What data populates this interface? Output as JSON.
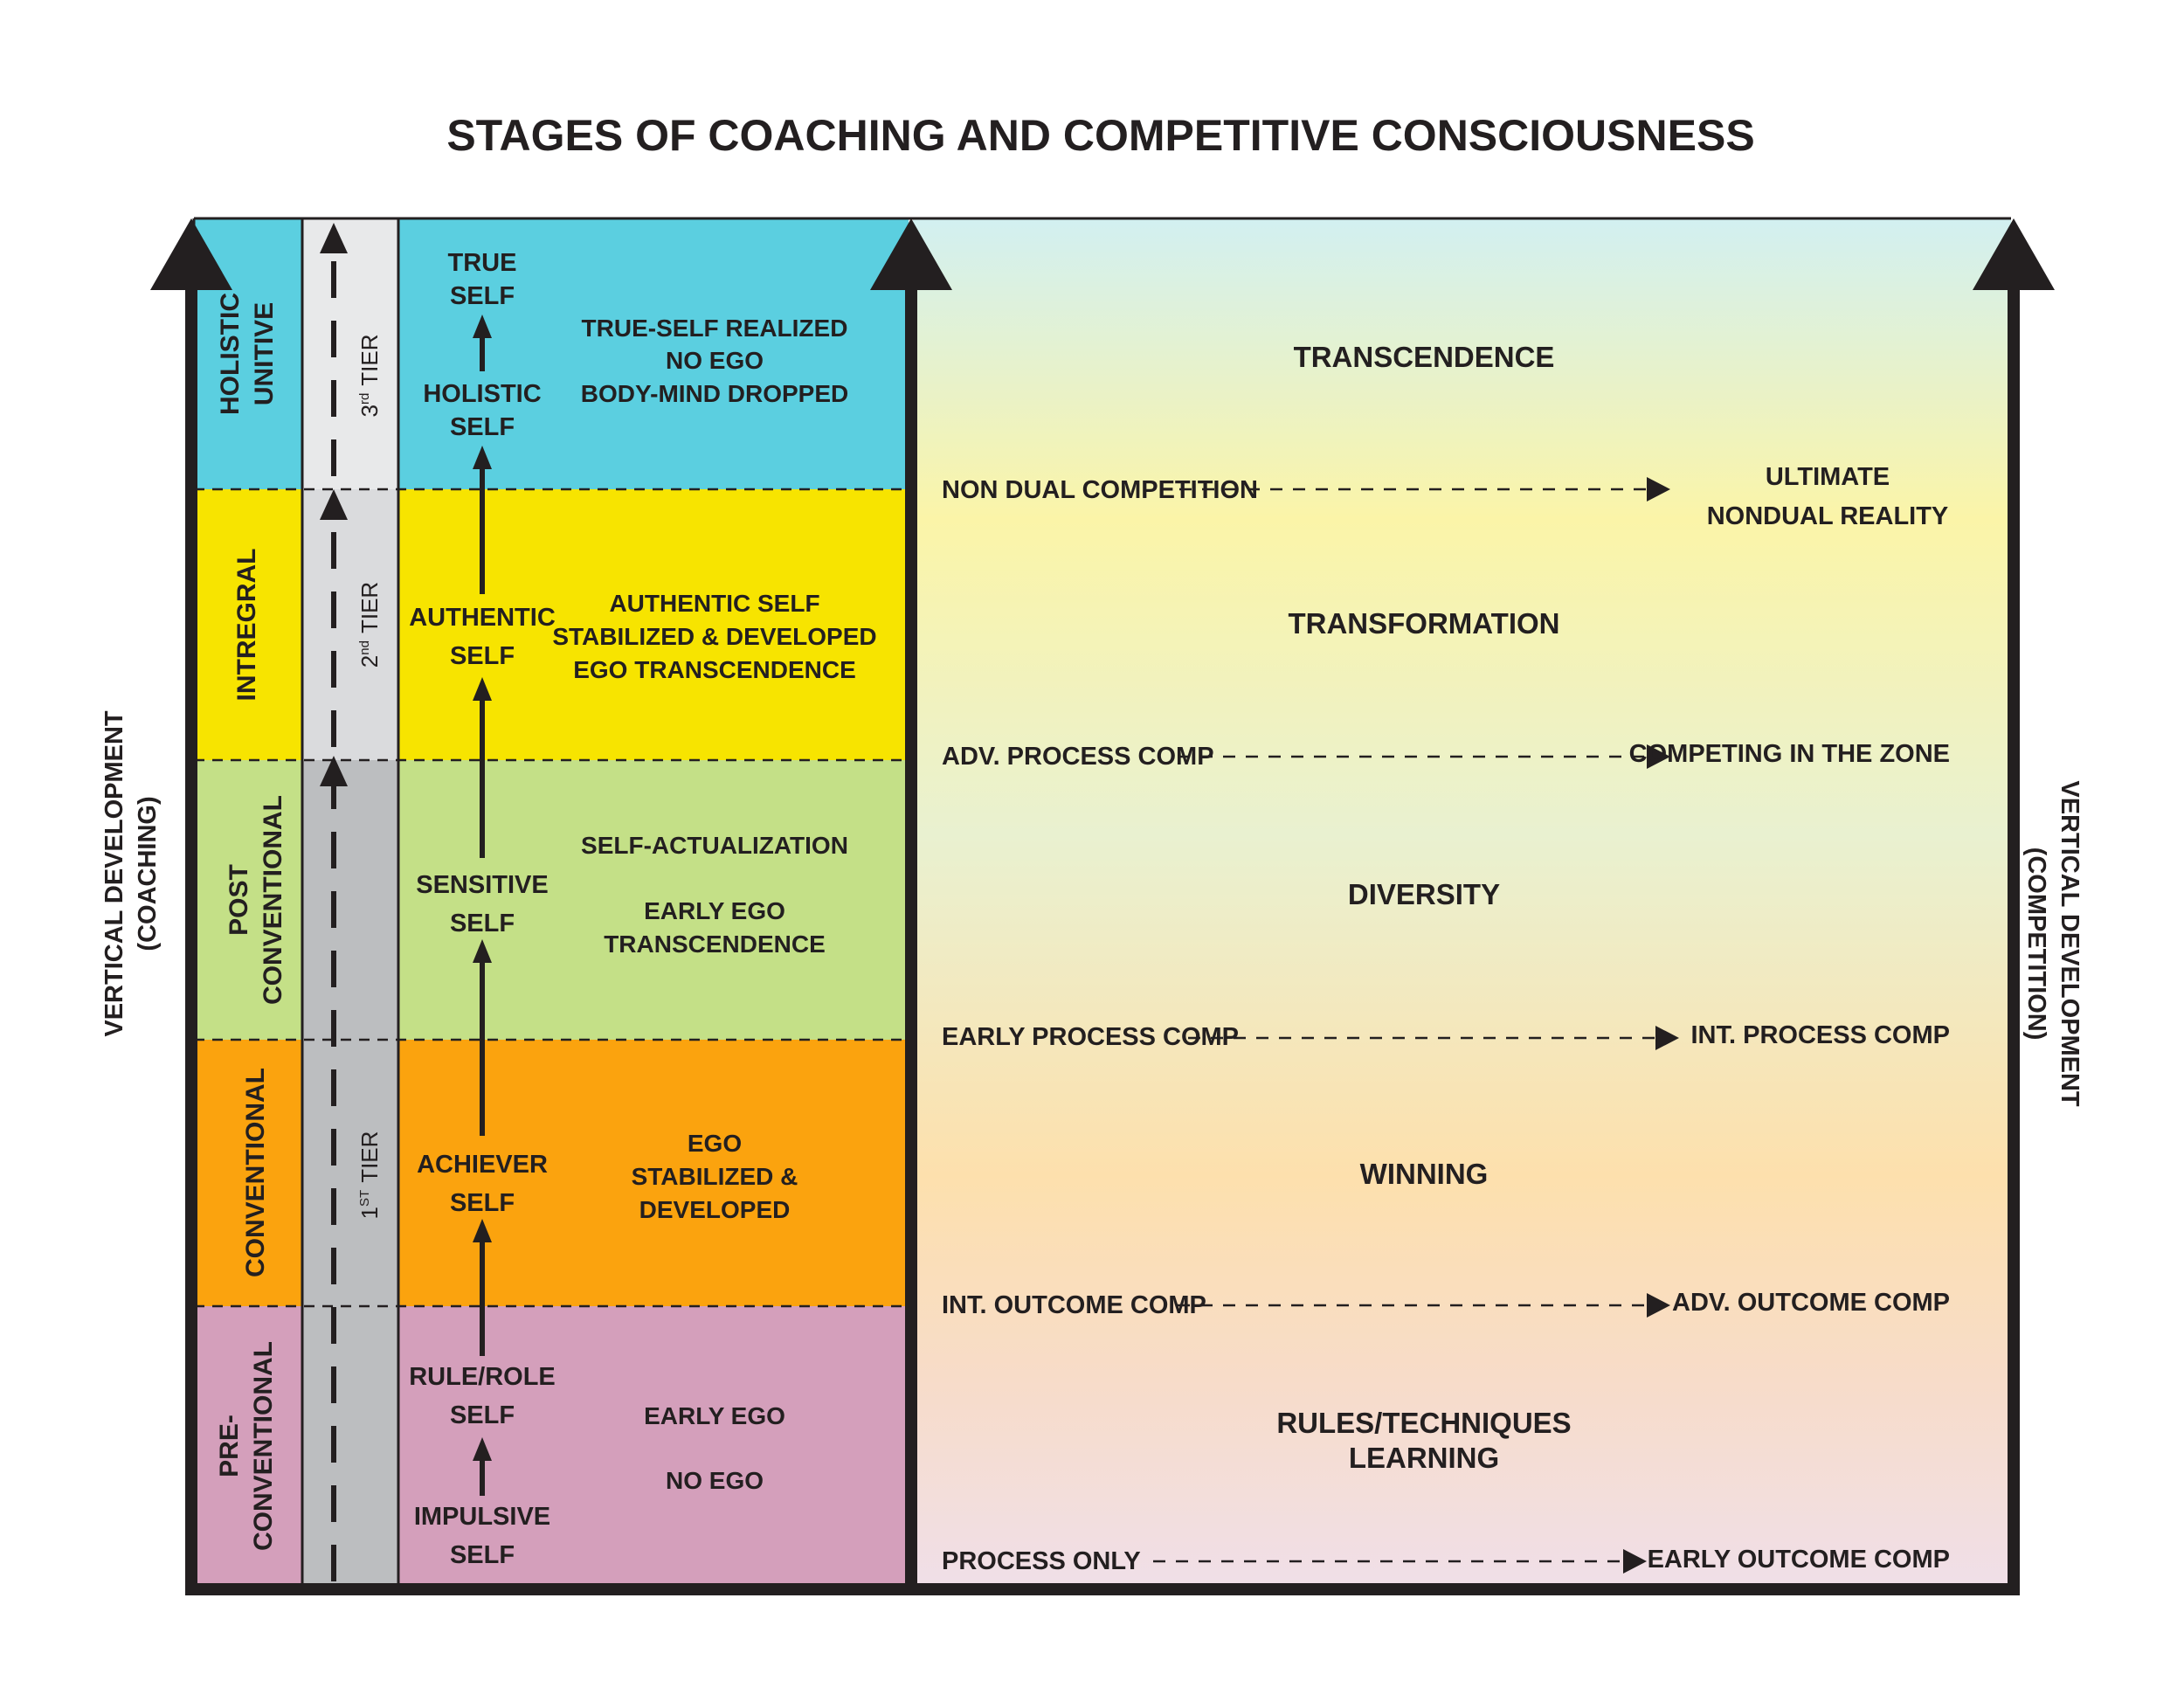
{
  "title": "STAGES OF COACHING AND COMPETITIVE CONSCIOUSNESS",
  "axes": {
    "left": [
      "VERTICAL DEVELOPMENT",
      "(COACHING)"
    ],
    "right": [
      "VERTICAL DEVELOPMENT",
      "(COMPETITION)"
    ]
  },
  "colors": {
    "holistic": "#5bcfe0",
    "integral": "#f7e400",
    "post": "#c4e087",
    "conventional": "#fba30e",
    "pre": "#d49fbb",
    "tier3": "#e8e9ea",
    "tier2": "#dadbdd",
    "tier1": "#bcbec0",
    "ink": "#231f20"
  },
  "stages": [
    {
      "id": "holistic",
      "label": [
        "HOLISTIC",
        "UNITIVE"
      ],
      "desc": [
        "TRUE-SELF REALIZED",
        "NO EGO",
        "BODY-MIND DROPPED"
      ]
    },
    {
      "id": "integral",
      "label": [
        "INTREGRAL"
      ],
      "desc": [
        "AUTHENTIC SELF",
        "STABILIZED & DEVELOPED",
        "EGO TRANSCENDENCE"
      ]
    },
    {
      "id": "post",
      "label": [
        "POST",
        "CONVENTIONAL"
      ],
      "desc": [
        "SELF-ACTUALIZATION",
        "",
        "EARLY EGO",
        "TRANSCENDENCE"
      ]
    },
    {
      "id": "conventional",
      "label": [
        "CONVENTIONAL"
      ],
      "desc": [
        "EGO",
        "STABILIZED &",
        "DEVELOPED"
      ]
    },
    {
      "id": "pre",
      "label": [
        "PRE-",
        "CONVENTIONAL"
      ],
      "desc": [
        "EARLY EGO",
        "",
        "NO EGO"
      ]
    }
  ],
  "tiers": [
    {
      "num": "3",
      "sup": "rd",
      "word": "TIER"
    },
    {
      "num": "2",
      "sup": "nd",
      "word": "TIER"
    },
    {
      "num": "1",
      "sup": "ST",
      "word": "TIER"
    }
  ],
  "selves": [
    [
      "TRUE",
      "SELF"
    ],
    [
      "HOLISTIC",
      "SELF"
    ],
    [
      "AUTHENTIC",
      "SELF"
    ],
    [
      "SENSITIVE",
      "SELF"
    ],
    [
      "ACHIEVER",
      "SELF"
    ],
    [
      "RULE/ROLE",
      "SELF"
    ],
    [
      "IMPULSIVE",
      "SELF"
    ]
  ],
  "themes": [
    [
      "TRANSCENDENCE"
    ],
    [
      "TRANSFORMATION"
    ],
    [
      "DIVERSITY"
    ],
    [
      "WINNING"
    ],
    [
      "RULES/TECHNIQUES",
      "LEARNING"
    ]
  ],
  "transitions": [
    {
      "from": "NON DUAL COMPETITION",
      "to": [
        "ULTIMATE",
        "NONDUAL REALITY"
      ]
    },
    {
      "from": "ADV. PROCESS COMP",
      "to": [
        "COMPETING IN THE ZONE"
      ]
    },
    {
      "from": "EARLY PROCESS COMP",
      "to": [
        "INT. PROCESS COMP"
      ]
    },
    {
      "from": "INT. OUTCOME COMP",
      "to": [
        "ADV. OUTCOME COMP"
      ]
    },
    {
      "from": "PROCESS ONLY",
      "to": [
        "EARLY OUTCOME COMP"
      ]
    }
  ]
}
